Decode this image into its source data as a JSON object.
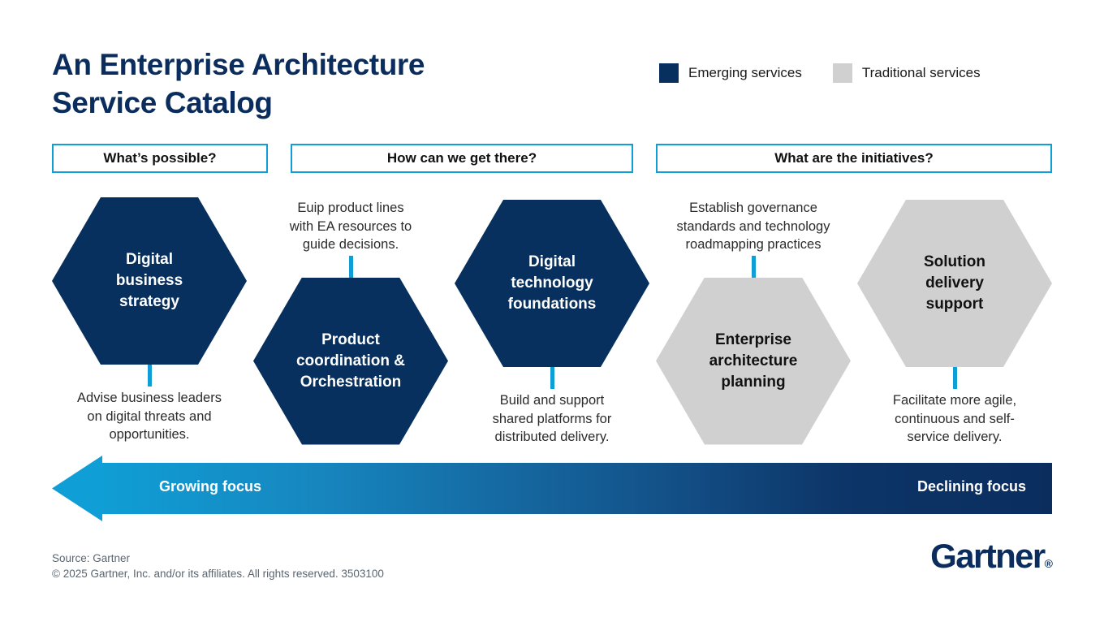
{
  "title": "An Enterprise Architecture\nService Catalog",
  "legend": {
    "items": [
      {
        "label": "Emerging services",
        "color": "#07305e",
        "icon": "legend-swatch-navy"
      },
      {
        "label": "Traditional services",
        "color": "#d0d0d0",
        "icon": "legend-swatch-gray"
      }
    ]
  },
  "sections": [
    {
      "label": "What’s possible?"
    },
    {
      "label": "How can we get there?"
    },
    {
      "label": "What are the initiatives?"
    }
  ],
  "nodes": [
    {
      "title": "Digital\nbusiness\nstrategy",
      "caption": "Advise business leaders\non digital threats and\nopportunities.",
      "category": "Emerging services",
      "fill": "#07305e",
      "caption_position": "below"
    },
    {
      "title": "Product\ncoordination &\nOrchestration",
      "caption": "Euip product lines\nwith EA resources to\nguide decisions.",
      "category": "Emerging services",
      "fill": "#07305e",
      "caption_position": "above"
    },
    {
      "title": "Digital\ntechnology\nfoundations",
      "caption": "Build and support\nshared platforms for\ndistributed delivery.",
      "category": "Emerging services",
      "fill": "#07305e",
      "caption_position": "below"
    },
    {
      "title": "Enterprise\narchitecture\nplanning",
      "caption": "Establish governance\nstandards and technology\nroadmapping practices",
      "category": "Traditional services",
      "fill": "#d0d0d0",
      "caption_position": "above"
    },
    {
      "title": "Solution\ndelivery\nsupport",
      "caption": "Facilitate more agile,\ncontinuous and self-\nservice delivery.",
      "category": "Traditional services",
      "fill": "#d0d0d0",
      "caption_position": "below"
    }
  ],
  "arrow": {
    "left_label": "Growing focus",
    "right_label": "Declining focus",
    "direction": "left",
    "gradient_from": "#0f9ed5",
    "gradient_to": "#0a2d5e"
  },
  "footer": {
    "text": "Source: Gartner\n© 2025 Gartner, Inc. and/or its affiliates. All rights reserved. 3503100"
  },
  "brand": {
    "name": "Gartner",
    "registered_mark": "®",
    "color": "#0a2d5e"
  },
  "accent_color": "#0f9ed5"
}
